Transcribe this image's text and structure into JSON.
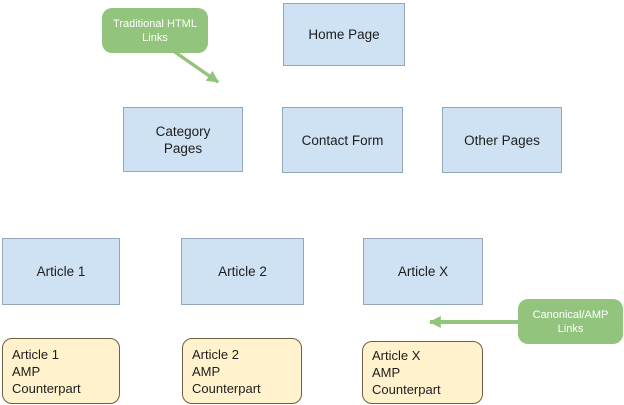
{
  "diagram": {
    "colors": {
      "canvas_bg": "#ffffff",
      "page_fill": "#cfe2f3",
      "page_border": "#93a9bb",
      "amp_fill": "#fff2cc",
      "amp_border": "#6f5f42",
      "callout_fill": "#93c47d",
      "callout_text": "#ffffff",
      "label_text": "#1d1d1d"
    },
    "pages": {
      "home": "Home Page",
      "category": "Category\nPages",
      "contact": "Contact Form",
      "other": "Other Pages",
      "article1": "Article 1",
      "article2": "Article 2",
      "articlex": "Article X"
    },
    "amp": {
      "article1": "Article 1\nAMP\nCounterpart",
      "article2": "Article 2\nAMP\nCounterpart",
      "articlex": "Article X\nAMP\nCounterpart"
    },
    "callouts": {
      "traditional_html_links": "Traditional HTML\nLinks",
      "canonical_amp_links": "Canonical/AMP\nLinks"
    }
  }
}
